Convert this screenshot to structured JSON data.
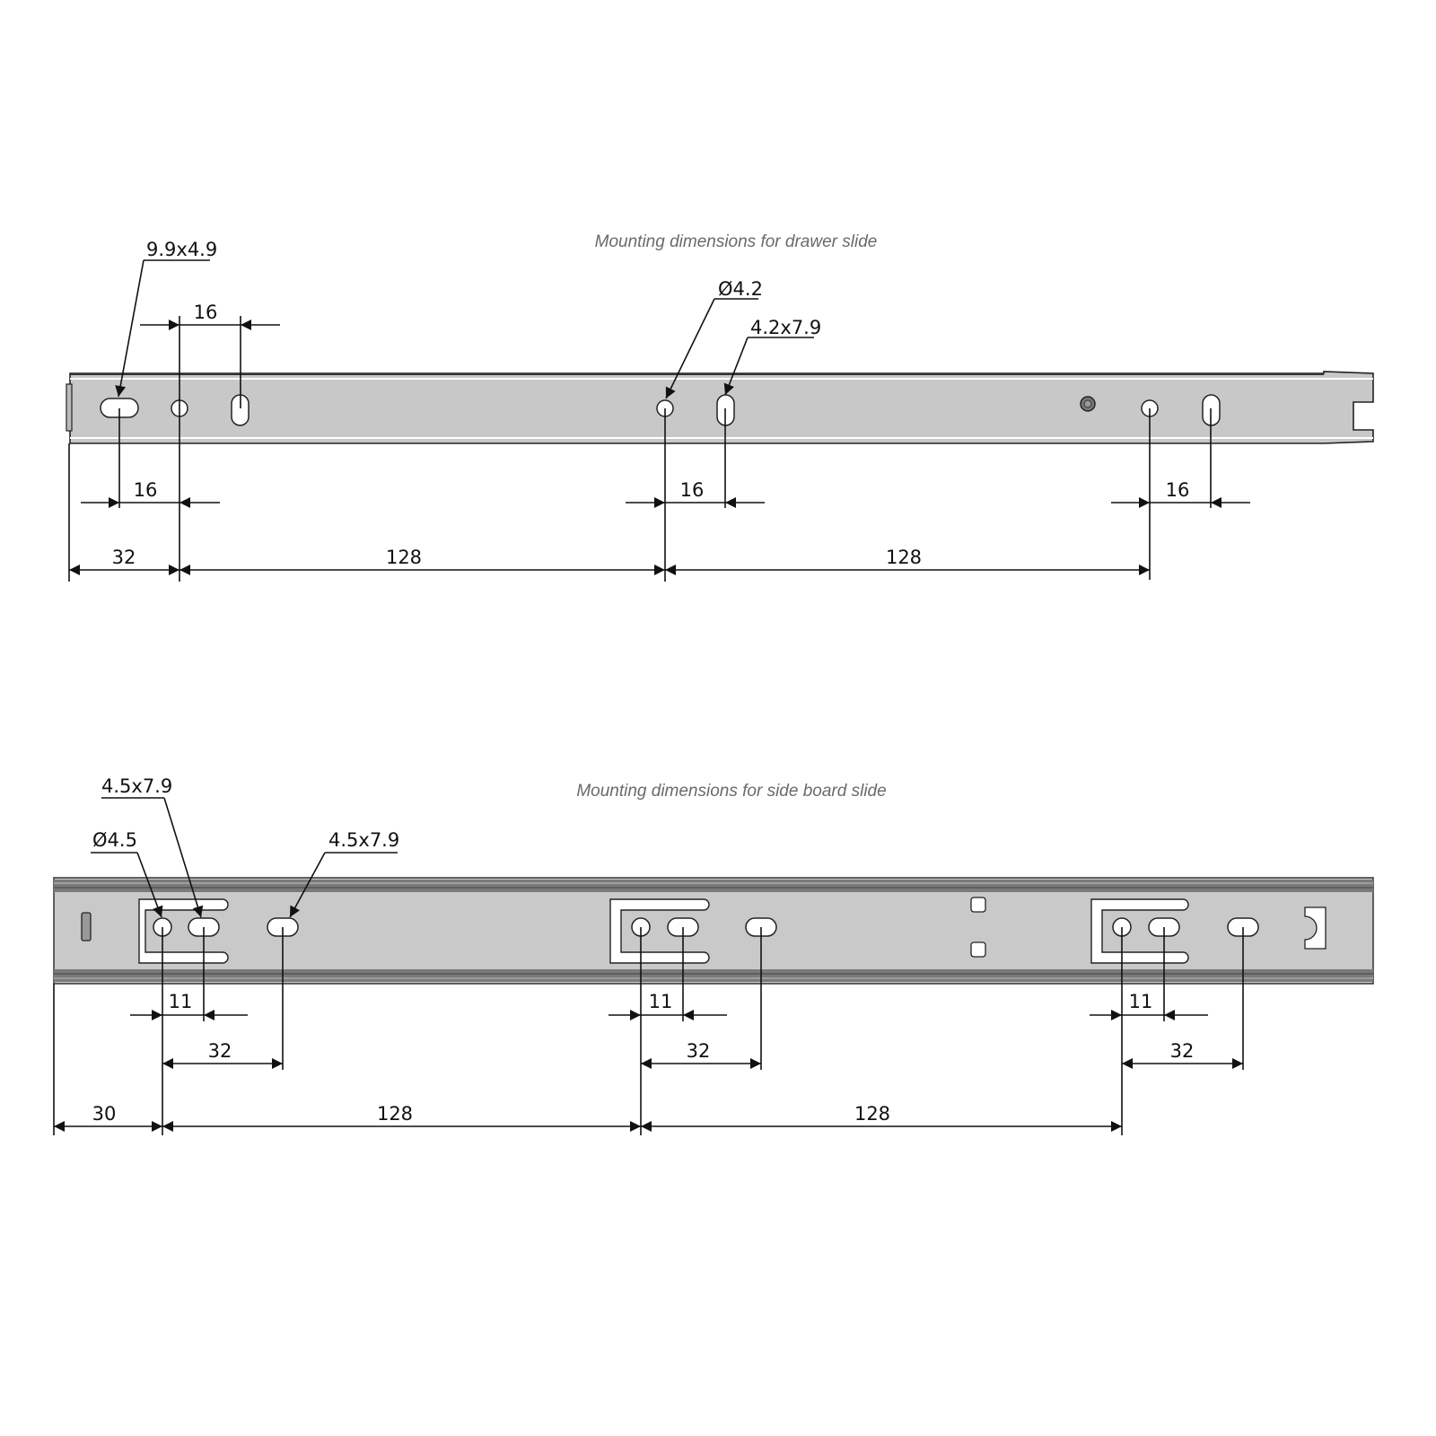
{
  "drawer_slide": {
    "title": "Mounting dimensions for drawer slide",
    "callouts": {
      "slot_front": "9.9x4.9",
      "hole_diameter": "Ø4.2",
      "slot_vertical": "4.2x7.9"
    },
    "dimensions": {
      "top_pitch": "16",
      "pitch_a": "16",
      "pitch_b": "16",
      "pitch_c": "16",
      "offset_front": "32",
      "span_1": "128",
      "span_2": "128"
    }
  },
  "side_board_slide": {
    "title": "Mounting dimensions for side board slide",
    "callouts": {
      "slot_a": "4.5x7.9",
      "hole_diameter": "Ø4.5",
      "slot_b": "4.5x7.9"
    },
    "dimensions": {
      "pitch_11_a": "11",
      "pitch_11_b": "11",
      "pitch_11_c": "11",
      "pitch_32_a": "32",
      "pitch_32_b": "32",
      "pitch_32_c": "32",
      "offset_front": "30",
      "span_1": "128",
      "span_2": "128"
    }
  }
}
